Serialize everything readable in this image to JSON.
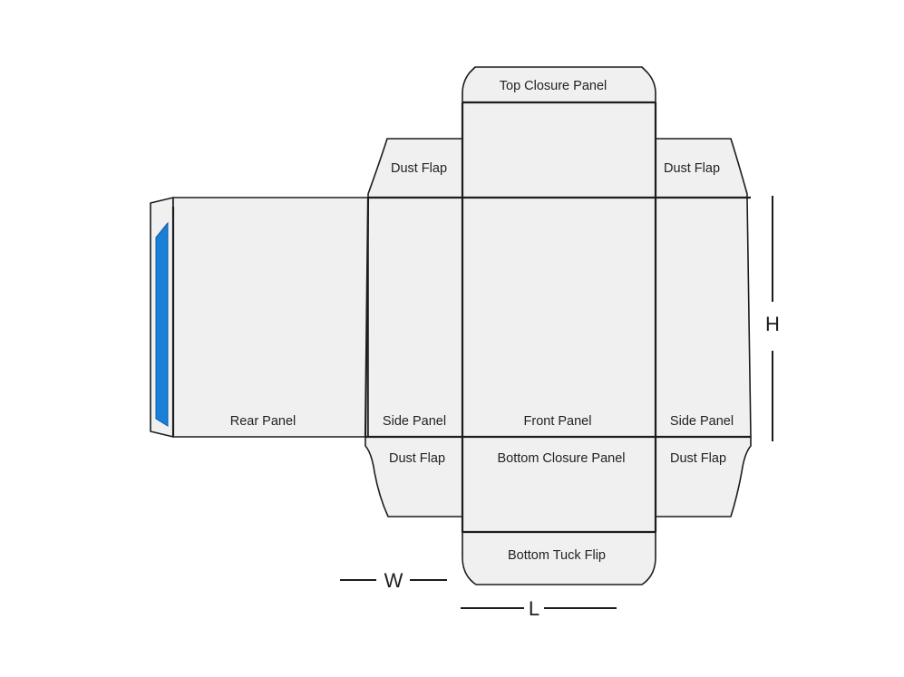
{
  "panels": {
    "top_closure": "Top Closure Panel",
    "dust_flap_top_left": "Dust Flap",
    "dust_flap_top_right": "Dust Flap",
    "rear": "Rear Panel",
    "side_left": "Side Panel",
    "front": "Front Panel",
    "side_right": "Side Panel",
    "dust_flap_bottom_left": "Dust Flap",
    "bottom_closure": "Bottom Closure Panel",
    "dust_flap_bottom_right": "Dust Flap",
    "bottom_tuck": "Bottom Tuck Flip"
  },
  "dimensions": {
    "width": "W",
    "length": "L",
    "height": "H"
  },
  "colors": {
    "panel_fill": "#f0f0f0",
    "outline": "#1c1c1c",
    "glue_strip": "#1a7fd6"
  }
}
